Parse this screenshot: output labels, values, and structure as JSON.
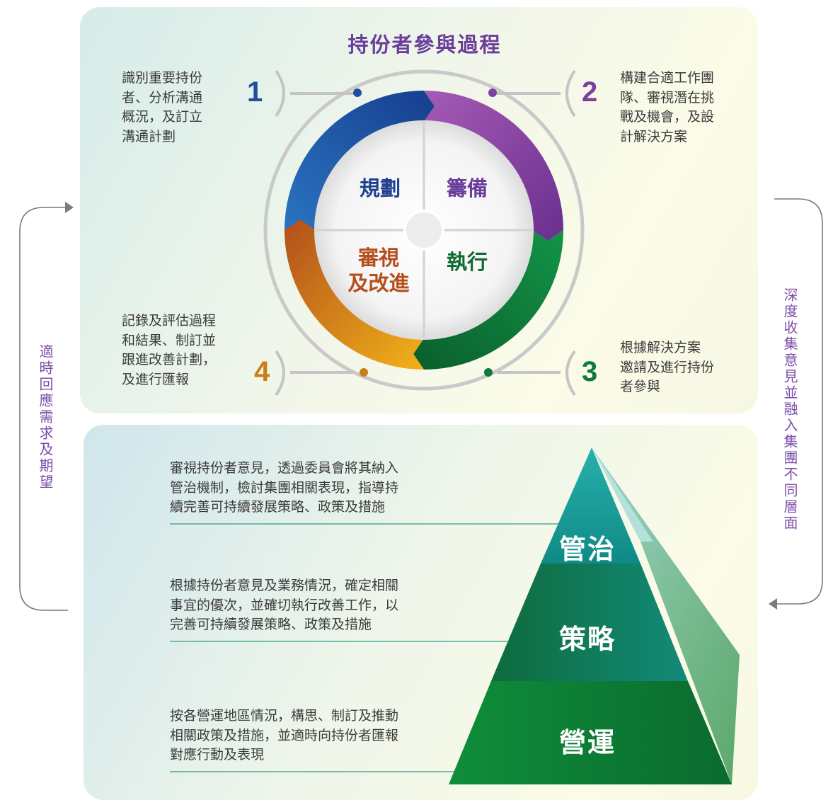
{
  "title": "持份者參與過程",
  "cycle": {
    "quadrants": [
      "規劃",
      "籌備",
      "審視\n及改進",
      "執行"
    ],
    "steps": [
      {
        "number": "1",
        "text": "識別重要持份\n者、分析溝通\n概況，及訂立\n溝通計劃"
      },
      {
        "number": "2",
        "text": "構建合適工作團\n隊、審視潛在挑\n戰及機會，及設\n計解決方案"
      },
      {
        "number": "3",
        "text": "根據解決方案\n邀請及進行持份\n者參與"
      },
      {
        "number": "4",
        "text": "記錄及評估過程\n和結果、制訂並\n跟進改善計劃，\n及進行匯報"
      }
    ]
  },
  "side_left": "適時回應需求及期望",
  "side_right": "深度收集意見並融入集團不同層面",
  "pyramid": {
    "levels": [
      {
        "label": "管治",
        "text": "審視持份者意見，透過委員會將其納入\n管治機制，檢討集團相關表現，指導持\n續完善可持續發展策略、政策及措施"
      },
      {
        "label": "策略",
        "text": "根據持份者意見及業務情況，確定相關\n事宜的優次，並確切執行改善工作，以\n完善可持續發展策略、政策及措施"
      },
      {
        "label": "營運",
        "text": "按各營運地區情況，構思、制訂及推動\n相關政策及措施，並適時向持份者匯報\n對應行動及表現"
      }
    ]
  },
  "colors": {
    "step1": "#1f4e9c",
    "step2": "#7b3f9e",
    "step3": "#0f7a3a",
    "step4": "#c97f16",
    "title": "#6a3d9a",
    "side_text": "#7b4ea8"
  }
}
